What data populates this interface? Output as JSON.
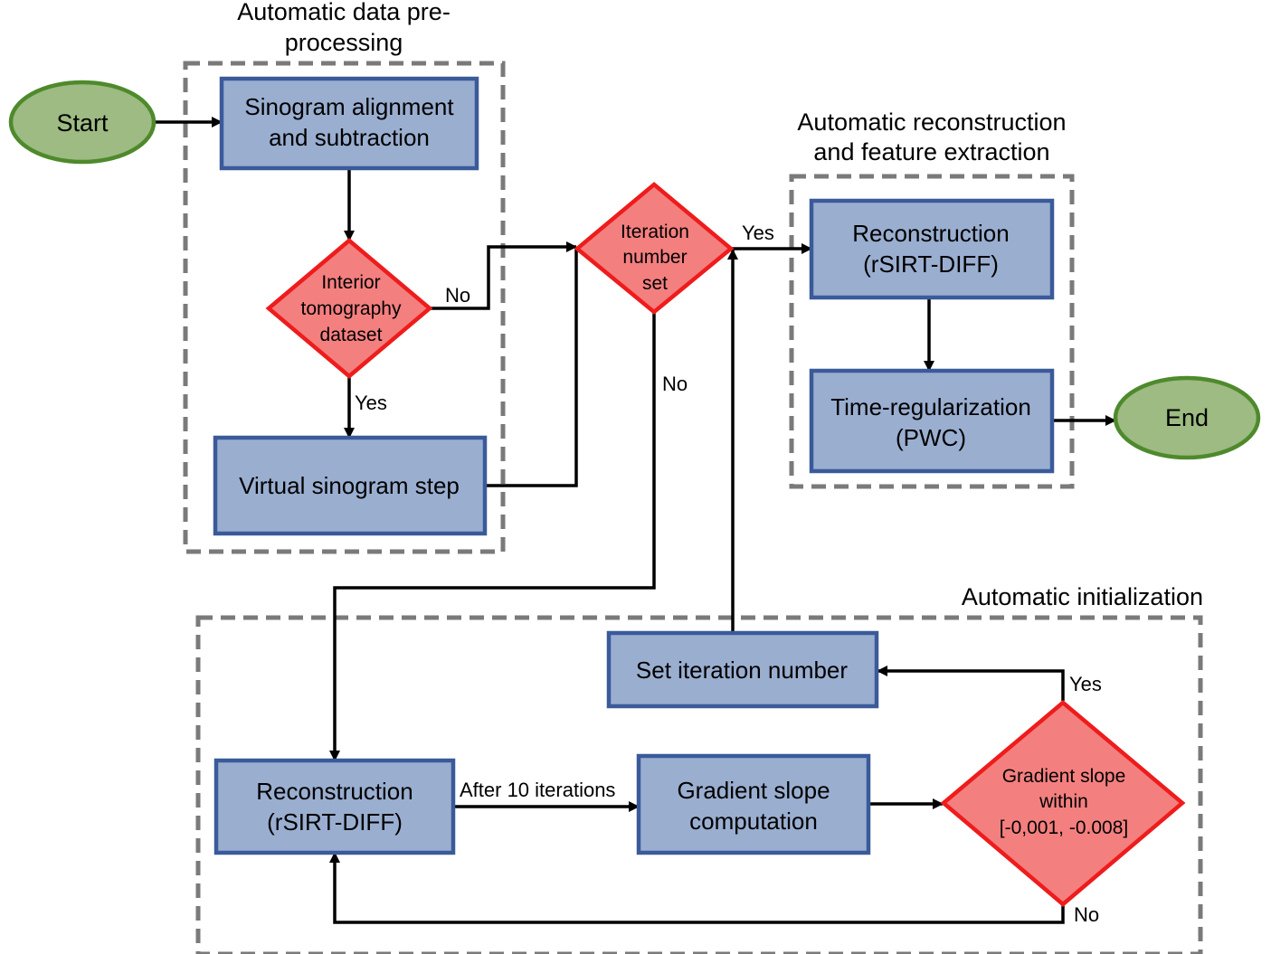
{
  "groups": {
    "preprocessing": {
      "title_line1": "Automatic data pre-",
      "title_line2": "processing"
    },
    "reconstruction": {
      "title_line1": "Automatic reconstruction",
      "title_line2": "and feature extraction"
    },
    "initialization": {
      "title": "Automatic initialization"
    }
  },
  "nodes": {
    "start": {
      "label": "Start"
    },
    "end": {
      "label": "End"
    },
    "sinogram_alignment": {
      "line1": "Sinogram alignment",
      "line2": "and subtraction"
    },
    "interior_tomography": {
      "line1": "Interior",
      "line2": "tomography",
      "line3": "dataset"
    },
    "virtual_sinogram": {
      "label": "Virtual sinogram step"
    },
    "iteration_number_set": {
      "line1": "Iteration",
      "line2": "number",
      "line3": "set"
    },
    "reconstruction_main": {
      "line1": "Reconstruction",
      "line2": "(rSIRT-DIFF)"
    },
    "time_regularization": {
      "line1": "Time-regularization",
      "line2": "(PWC)"
    },
    "set_iteration_number": {
      "label": "Set iteration number"
    },
    "reconstruction_init": {
      "line1": "Reconstruction",
      "line2": "(rSIRT-DIFF)"
    },
    "gradient_slope_computation": {
      "line1": "Gradient slope",
      "line2": "computation"
    },
    "gradient_slope_within": {
      "line1": "Gradient slope",
      "line2": "within",
      "line3": "[-0,001, -0.008]"
    }
  },
  "edge_labels": {
    "interior_no": "No",
    "interior_yes": "Yes",
    "iteration_yes": "Yes",
    "iteration_no": "No",
    "after_iterations": "After 10 iterations",
    "gradient_yes": "Yes",
    "gradient_no": "No"
  },
  "colors": {
    "process_fill": "#9aaed0",
    "process_stroke": "#3a5a9a",
    "decision_fill": "#f47f7f",
    "decision_stroke": "#ee1c1c",
    "terminal_fill": "#9dbb82",
    "terminal_stroke": "#4e8a2c",
    "group_stroke": "#7a7a7a"
  }
}
